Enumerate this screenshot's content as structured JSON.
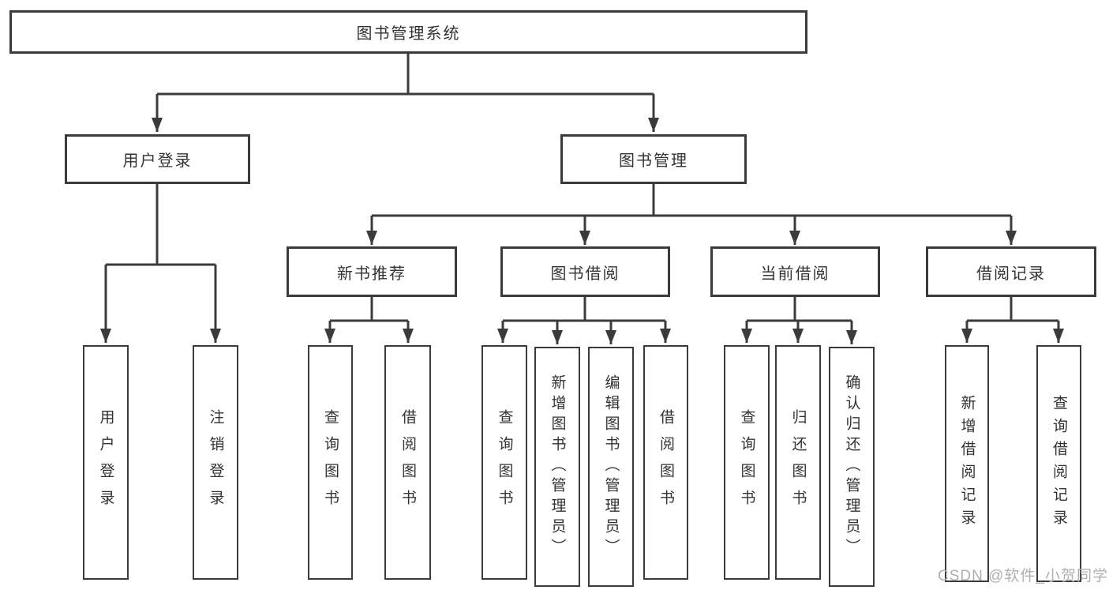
{
  "diagram": {
    "title_node": "图书管理系统",
    "level2": [
      {
        "label": "用户登录"
      },
      {
        "label": "图书管理"
      }
    ],
    "level3": [
      {
        "label": "新书推荐"
      },
      {
        "label": "图书借阅"
      },
      {
        "label": "当前借阅"
      },
      {
        "label": "借阅记录"
      }
    ],
    "leaves": [
      {
        "label": "用户登录"
      },
      {
        "label": "注销登录"
      },
      {
        "label": "查询图书"
      },
      {
        "label": "借阅图书"
      },
      {
        "label": "查询图书"
      },
      {
        "label": "新增图书（管理员）"
      },
      {
        "label": "编辑图书（管理员）"
      },
      {
        "label": "借阅图书"
      },
      {
        "label": "查询图书"
      },
      {
        "label": "归还图书"
      },
      {
        "label": "确认归还（管理员）"
      },
      {
        "label": "新增借阅记录"
      },
      {
        "label": "查询借阅记录"
      }
    ]
  },
  "watermark": {
    "text": "CSDN @软件_小贺同学"
  },
  "colors": {
    "line": "#3b3b3b",
    "box_border": "#3b3b3b",
    "text": "#333333",
    "watermark": "#b0b0b0",
    "background": "#ffffff"
  }
}
